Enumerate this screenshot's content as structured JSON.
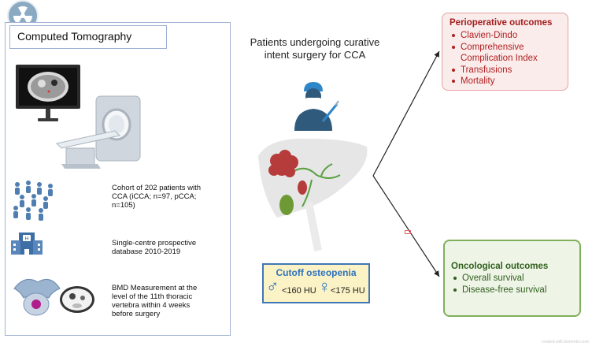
{
  "left_panel": {
    "title": "Computed Tomography",
    "items": [
      {
        "icon": "people-cohort-icon",
        "text": "Cohort of 202 patients with CCA (iCCA; n=97, pCCA; n=105)"
      },
      {
        "icon": "hospital-icon",
        "text": "Single-centre prospective database 2010-2019"
      },
      {
        "icon": "vertebra-ct-icon",
        "text": "BMD Measurement at the level of the 11th thoracic vertebra within 4 weeks before surgery"
      }
    ]
  },
  "center": {
    "title_line1": "Patients undergoing curative",
    "title_line2": "intent surgery for CCA",
    "osteopenia": {
      "title": "Cutoff osteopenia",
      "male_symbol": "♂",
      "male_value": "<160 HU",
      "female_symbol": "♀",
      "female_value": "<175 HU"
    }
  },
  "perioperative": {
    "title": "Perioperative outcomes",
    "items": [
      "Clavien-Dindo",
      "Comprehensive",
      "Complication Index",
      "Transfusions",
      "Mortality"
    ]
  },
  "oncological": {
    "title": "Oncological outcomes",
    "items": [
      "Overall survival",
      "Disease-free survival"
    ]
  },
  "watermark": "created with biorender.com",
  "colors": {
    "panel_border": "#9fb1d3",
    "periop_text": "#a31c1c",
    "onco_text": "#2f5f1d",
    "osteo_accent": "#2e73bf"
  }
}
